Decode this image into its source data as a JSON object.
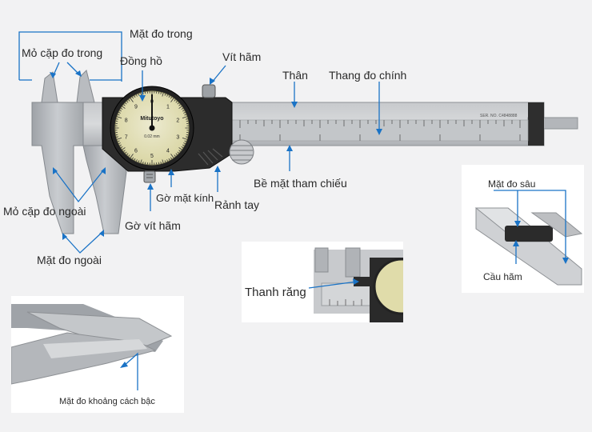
{
  "colors": {
    "callout_line": "#1a73c6",
    "background": "#f2f2f3",
    "caliper_steel": "#b9bcc0",
    "dial_face": "#e3e0b4",
    "dark_body": "#2c2c2c"
  },
  "labels": {
    "inside_jaw": "Mỏ cặp đo trong",
    "inside_face": "Mặt đo trong",
    "dial": "Đồng hồ",
    "lock_screw": "Vít hãm",
    "body": "Thân",
    "main_scale": "Thang đo chính",
    "reference_surface": "Bề mặt tham chiếu",
    "thumb_roller": "Rảnh tay",
    "bezel_edge": "Gờ mặt kính",
    "lock_screw_edge": "Gờ vít hãm",
    "outside_jaw": "Mỏ cặp đo ngoài",
    "outside_face": "Mặt đo ngoài"
  },
  "inset_rack": {
    "label": "Thanh răng"
  },
  "inset_depth": {
    "depth_face": "Mặt đo sâu",
    "depth_bridge": "Cầu hãm"
  },
  "inset_step": {
    "step_face": "Mặt đo khoảng cách bậc"
  },
  "dial_text": {
    "brand": "Mitutoyo",
    "resolution": "0.02 mm",
    "numbers": [
      "0",
      "1",
      "2",
      "3",
      "4",
      "5",
      "6",
      "7",
      "8",
      "9"
    ]
  },
  "scale_text": {
    "serial": "SER. NO. C4848888"
  }
}
